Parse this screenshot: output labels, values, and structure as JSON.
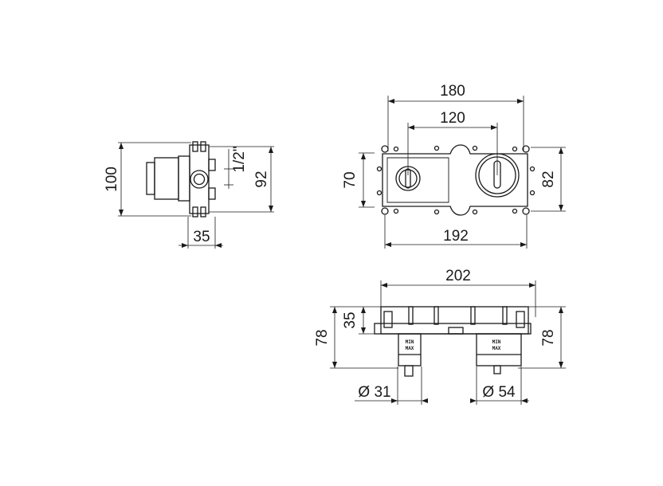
{
  "side_view": {
    "height_total": "100",
    "thread": "1/2\"",
    "height_inner": "92",
    "depth": "35"
  },
  "front_view": {
    "width_top": "180",
    "center_distance": "120",
    "height_left": "70",
    "height_right": "82",
    "width_bottom": "192"
  },
  "bottom_view": {
    "width_total": "202",
    "height_inner": "35",
    "height_left": "78",
    "height_right": "78",
    "dia_small": "Ø 31",
    "dia_large": "Ø 54",
    "min_label": "MIN",
    "max_label": "MAX"
  }
}
